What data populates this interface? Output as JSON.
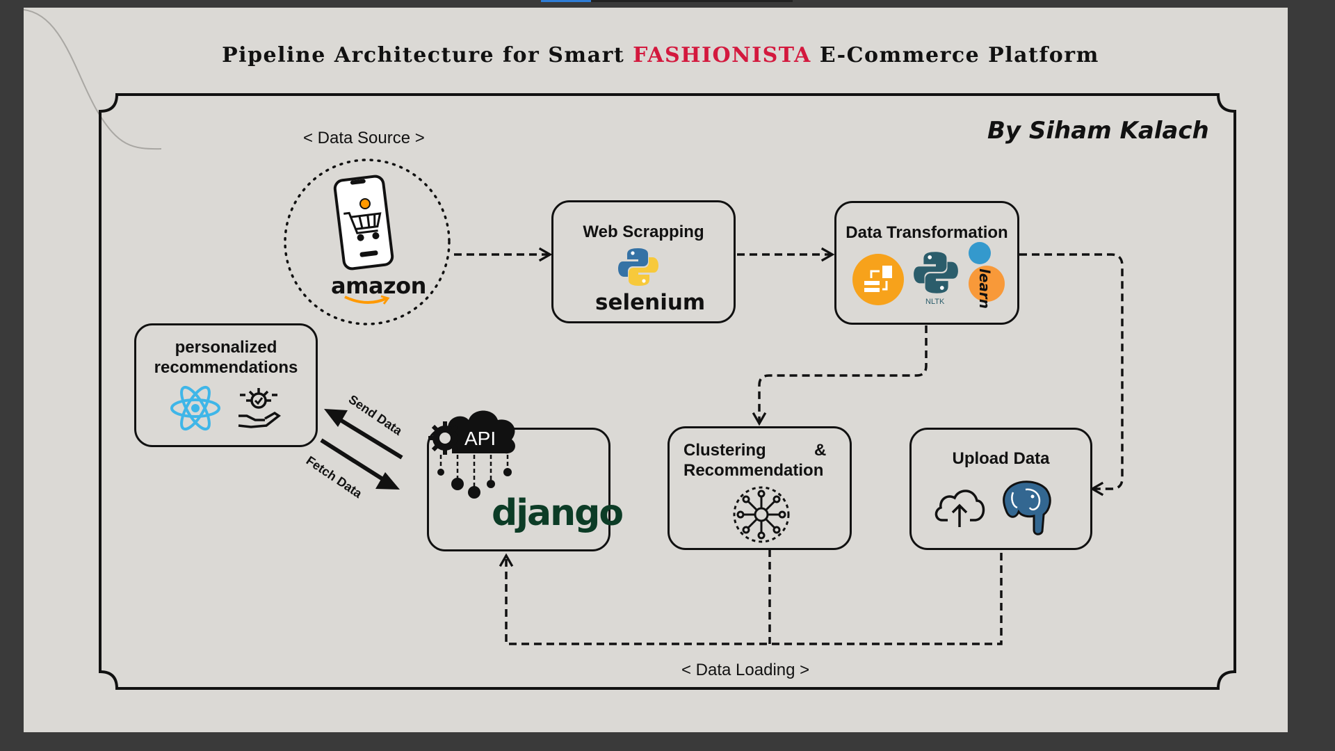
{
  "title": {
    "prefix": "Pipeline Architecture for Smart ",
    "brand": "FASHIONISTA",
    "suffix": " E-Commerce Platform"
  },
  "author": "By Siham Kalach",
  "labels": {
    "data_source": "< Data Source >",
    "data_loading": "< Data Loading  >",
    "send_data": "Send Data",
    "fetch_data": "Fetch Data"
  },
  "nodes": {
    "source": {
      "logo": "amazon",
      "icons": [
        "smartphone-cart-icon"
      ]
    },
    "web_scrapping": {
      "title": "Web Scrapping",
      "logo": "selenium",
      "icons": [
        "python-icon"
      ]
    },
    "data_transformation": {
      "title": "Data Transformation",
      "icons": [
        "data-processing-icon",
        "python-nltk-icon",
        "sklearn-icon"
      ],
      "nltk_label": "NLTK",
      "sklearn_label": "learn"
    },
    "personalized": {
      "title_line1": "personalized",
      "title_line2": "recommendations",
      "icons": [
        "react-icon",
        "ai-hand-icon"
      ]
    },
    "api": {
      "cloud_label": "API",
      "logo": "django",
      "icons": [
        "gear-icon",
        "cloud-icon"
      ]
    },
    "clustering": {
      "title_line1": "Clustering",
      "title_amp": "&",
      "title_line2": "Recommendation",
      "icons": [
        "network-hub-icon"
      ]
    },
    "upload": {
      "title": "Upload Data",
      "icons": [
        "cloud-upload-icon",
        "postgresql-elephant-icon"
      ]
    }
  },
  "colors": {
    "background": "#dbd9d5",
    "ink": "#111111",
    "brand": "#d3193e",
    "django": "#0c3c26",
    "python_blue": "#3572a5",
    "python_yellow": "#f7c93b",
    "amazon_orange": "#ff9900",
    "react": "#3fb6e8",
    "postgres": "#336791"
  }
}
